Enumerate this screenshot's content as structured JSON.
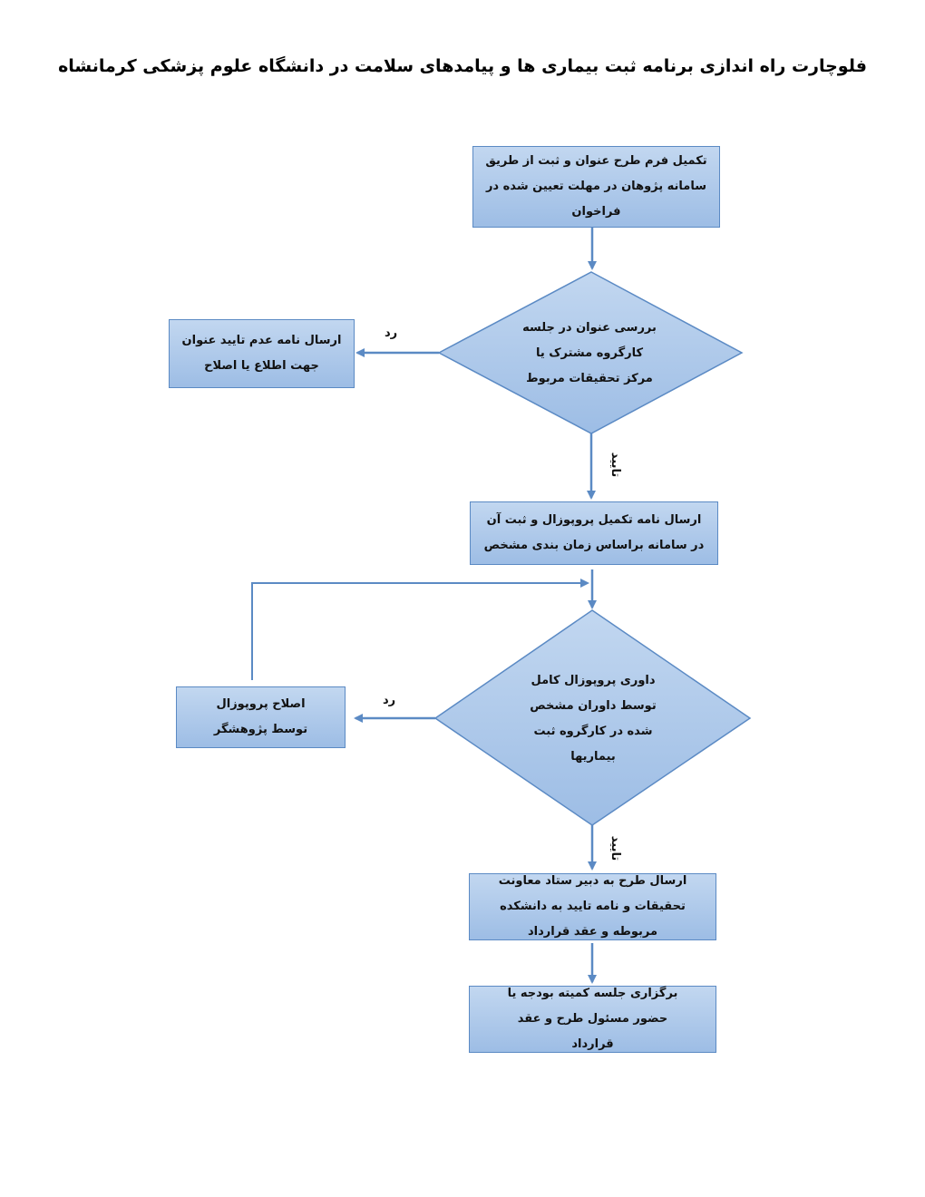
{
  "title": "فلوچارت راه اندازی برنامه ثبت بیماری ها و پیامدهای سلامت در دانشگاه علوم پزشکی کرمانشاه",
  "steps": {
    "step1": "تکمیل فرم طرح عنوان و ثبت از طریق سامانه پژوهان در مهلت تعیین شده در فراخوان",
    "decision1": "بررسی عنوان در جلسه کارگروه مشترک یا مرکز تحقیقات مربوط",
    "reject1": "ارسال نامه عدم تایید عنوان جهت اطلاع یا اصلاح",
    "step2": "ارسال نامه تکمیل پروپوزال و ثبت آن در سامانه براساس زمان بندی مشخص",
    "decision2": "داوری پروپوزال کامل توسط داوران مشخص شده در کارگروه ثبت بیماریها",
    "reject2": "اصلاح پروپوزال توسط پژوهشگر",
    "step3": "ارسال طرح به دبیر ستاد معاونت تحقیقات و نامه تایید به دانشکده مربوطه و عقد قرارداد",
    "step4": "برگزاری جلسه کمیته بودجه یا حضور مسئول طرح و عقد قرارداد"
  },
  "labels": {
    "reject": "رد",
    "approve": "تایید"
  },
  "colors": {
    "box_fill_top": "#c2d7f0",
    "box_fill_bottom": "#9dbde5",
    "border": "#5b8ac4",
    "arrow": "#5b8ac4"
  }
}
